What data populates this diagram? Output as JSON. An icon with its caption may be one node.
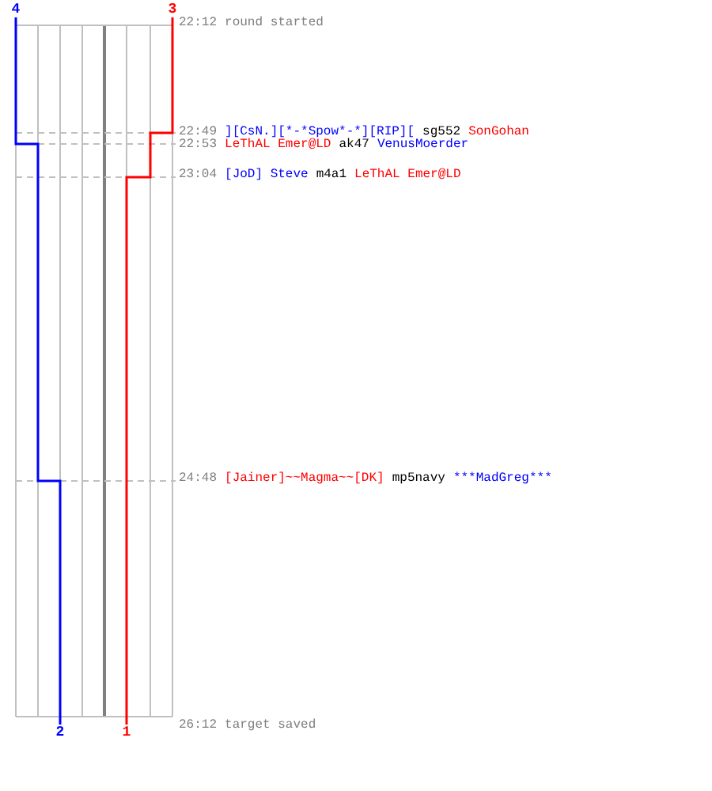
{
  "diagram": {
    "nodes": [
      {
        "text": [
          "4"
        ]
      },
      {
        "text": [
          "3"
        ]
      },
      {
        "text": [
          "22:12",
          "round started"
        ]
      },
      {
        "text": [
          "22:49",
          "][CsN.][*-*Spow*-*][RIP][",
          "sg552",
          "SonGohan"
        ]
      },
      {
        "text": [
          "22:53",
          "LeThAL Emer@LD",
          "ak47",
          "VenusMoerder"
        ]
      },
      {
        "text": [
          "23:04",
          "[JoD] Steve",
          "m4a1",
          "LeThAL Emer@LD"
        ]
      },
      {
        "text": [
          "24:48",
          "[Jainer]~~Magma~~[DK]",
          "mp5navy",
          "***MadGreg***"
        ]
      },
      {
        "text": [
          "2"
        ]
      },
      {
        "text": [
          "1"
        ]
      },
      {
        "text": [
          "26:12",
          "target saved"
        ]
      }
    ],
    "edges": [
      {
        "from": 0,
        "to": 7,
        "arrow": "none",
        "color": "#0000ff"
      },
      {
        "from": 1,
        "to": 8,
        "arrow": "none",
        "color": "#ff0000"
      }
    ]
  }
}
